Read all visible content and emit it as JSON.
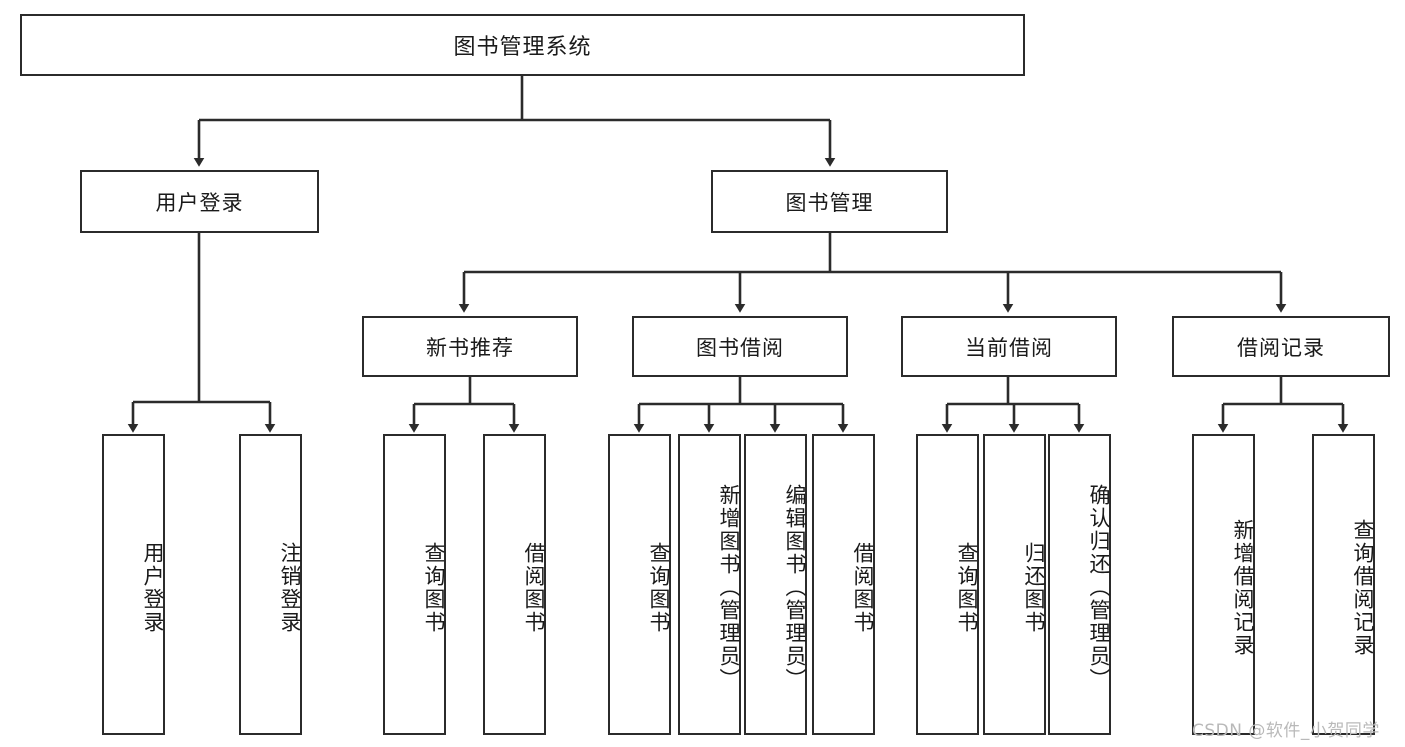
{
  "diagram": {
    "title": "图书管理系统",
    "type": "tree-hierarchy",
    "watermark": "CSDN @软件_小贺同学",
    "line_color": "#2b2b2b",
    "box_fill": "#ffffff",
    "background": "#ffffff"
  },
  "nodes": {
    "root": {
      "label": "图书管理系统",
      "level": 1
    },
    "l2": [
      {
        "label": "用户登录",
        "level": 2
      },
      {
        "label": "图书管理",
        "level": 2
      }
    ],
    "l3": [
      {
        "label": "新书推荐",
        "level": 3
      },
      {
        "label": "图书借阅",
        "level": 3
      },
      {
        "label": "当前借阅",
        "level": 3
      },
      {
        "label": "借阅记录",
        "level": 3
      }
    ],
    "leaves": {
      "user_login": [
        {
          "label": "用户登录"
        },
        {
          "label": "注销登录"
        }
      ],
      "new_book_recommend": [
        {
          "label": "查询图书"
        },
        {
          "label": "借阅图书"
        }
      ],
      "book_borrow": [
        {
          "label": "查询图书"
        },
        {
          "label": "新增图书（管理员）"
        },
        {
          "label": "编辑图书（管理员）"
        },
        {
          "label": "借阅图书"
        }
      ],
      "current_borrow": [
        {
          "label": "查询图书"
        },
        {
          "label": "归还图书"
        },
        {
          "label": "确认归还（管理员）"
        }
      ],
      "borrow_record": [
        {
          "label": "新增借阅记录"
        },
        {
          "label": "查询借阅记录"
        }
      ]
    }
  }
}
